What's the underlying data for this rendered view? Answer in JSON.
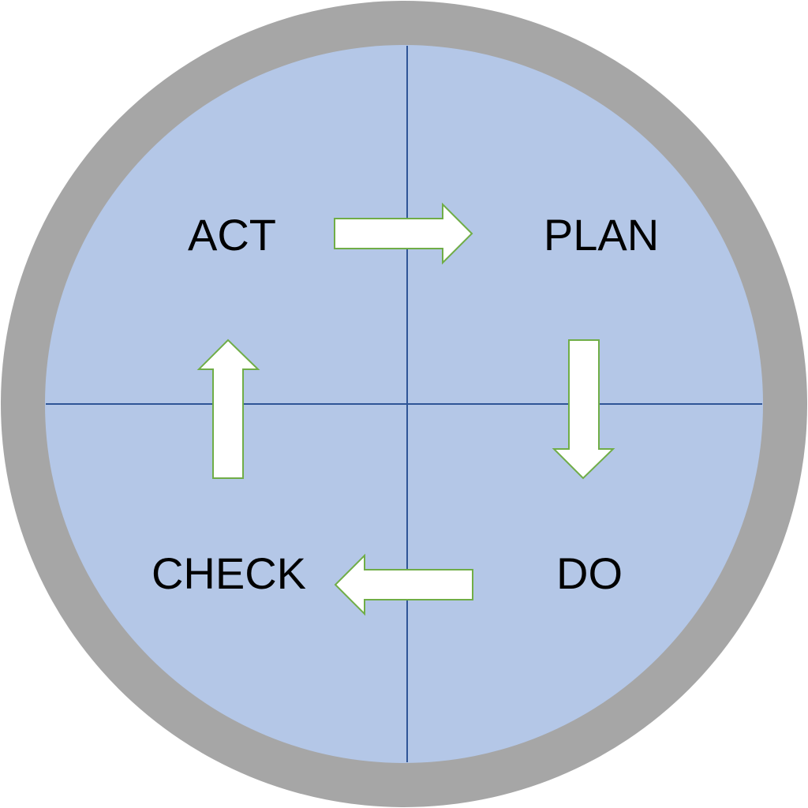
{
  "cycle": {
    "stages": {
      "act": "ACT",
      "plan": "PLAN",
      "do": "DO",
      "check": "CHECK"
    },
    "flow": [
      {
        "from": "ACT",
        "to": "PLAN",
        "direction": "right"
      },
      {
        "from": "PLAN",
        "to": "DO",
        "direction": "down"
      },
      {
        "from": "DO",
        "to": "CHECK",
        "direction": "left"
      },
      {
        "from": "CHECK",
        "to": "ACT",
        "direction": "up"
      }
    ]
  },
  "colors": {
    "outer_ring": "#a6a6a6",
    "inner_fill": "#b4c7e7",
    "divider_lines": "#2f5597",
    "arrow_fill": "#ffffff",
    "arrow_stroke": "#70ad47",
    "label_text": "#000000"
  }
}
